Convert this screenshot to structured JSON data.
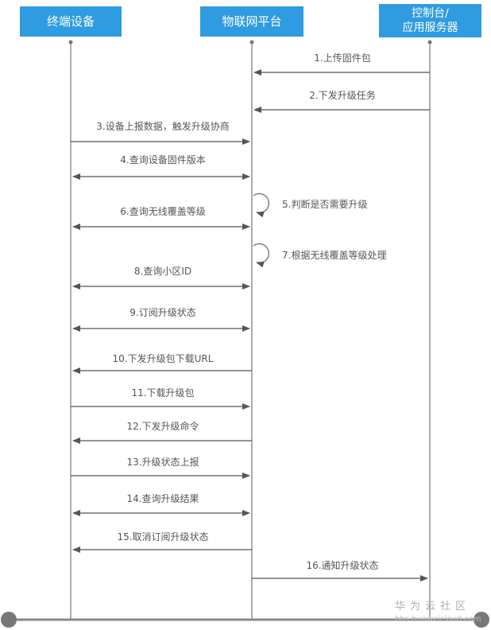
{
  "actors": {
    "device": "终端设备",
    "platform": "物联网平台",
    "server": "控制台/\n应用服务器"
  },
  "messages": [
    {
      "id": "m1",
      "label": "1.上传固件包",
      "from": "server",
      "to": "platform",
      "kind": "arrow"
    },
    {
      "id": "m2",
      "label": "2.下发升级任务",
      "from": "server",
      "to": "platform",
      "kind": "arrow"
    },
    {
      "id": "m3",
      "label": "3.设备上报数据，触发升级协商",
      "from": "device",
      "to": "platform",
      "kind": "arrow"
    },
    {
      "id": "m4",
      "label": "4.查询设备固件版本",
      "from": "device",
      "to": "platform",
      "kind": "both"
    },
    {
      "id": "m5",
      "label": "5.判断是否需要升级",
      "from": "platform",
      "to": "platform",
      "kind": "self"
    },
    {
      "id": "m6",
      "label": "6.查询无线覆盖等级",
      "from": "device",
      "to": "platform",
      "kind": "both"
    },
    {
      "id": "m7",
      "label": "7.根据无线覆盖等级处理",
      "from": "platform",
      "to": "platform",
      "kind": "self"
    },
    {
      "id": "m8",
      "label": "8.查询小区ID",
      "from": "device",
      "to": "platform",
      "kind": "both"
    },
    {
      "id": "m9",
      "label": "9.订阅升级状态",
      "from": "device",
      "to": "platform",
      "kind": "both"
    },
    {
      "id": "m10",
      "label": "10.下发升级包下载URL",
      "from": "platform",
      "to": "device",
      "kind": "arrow"
    },
    {
      "id": "m11",
      "label": "11.下载升级包",
      "from": "device",
      "to": "platform",
      "kind": "arrow"
    },
    {
      "id": "m12",
      "label": "12.下发升级命令",
      "from": "platform",
      "to": "device",
      "kind": "arrow"
    },
    {
      "id": "m13",
      "label": "13.升级状态上报",
      "from": "device",
      "to": "platform",
      "kind": "arrow"
    },
    {
      "id": "m14",
      "label": "14.查询升级结果",
      "from": "device",
      "to": "platform",
      "kind": "both"
    },
    {
      "id": "m15",
      "label": "15.取消订阅升级状态",
      "from": "platform",
      "to": "device",
      "kind": "arrow"
    },
    {
      "id": "m16",
      "label": "16.通知升级状态",
      "from": "platform",
      "to": "server",
      "kind": "arrow"
    }
  ],
  "watermark": {
    "brand": "华为云社区",
    "url": "bbs.huaweicloud.com"
  },
  "colors": {
    "actor_fill": "#2f9be0",
    "line": "#777777",
    "arrow": "#555555",
    "label": "#555555"
  }
}
